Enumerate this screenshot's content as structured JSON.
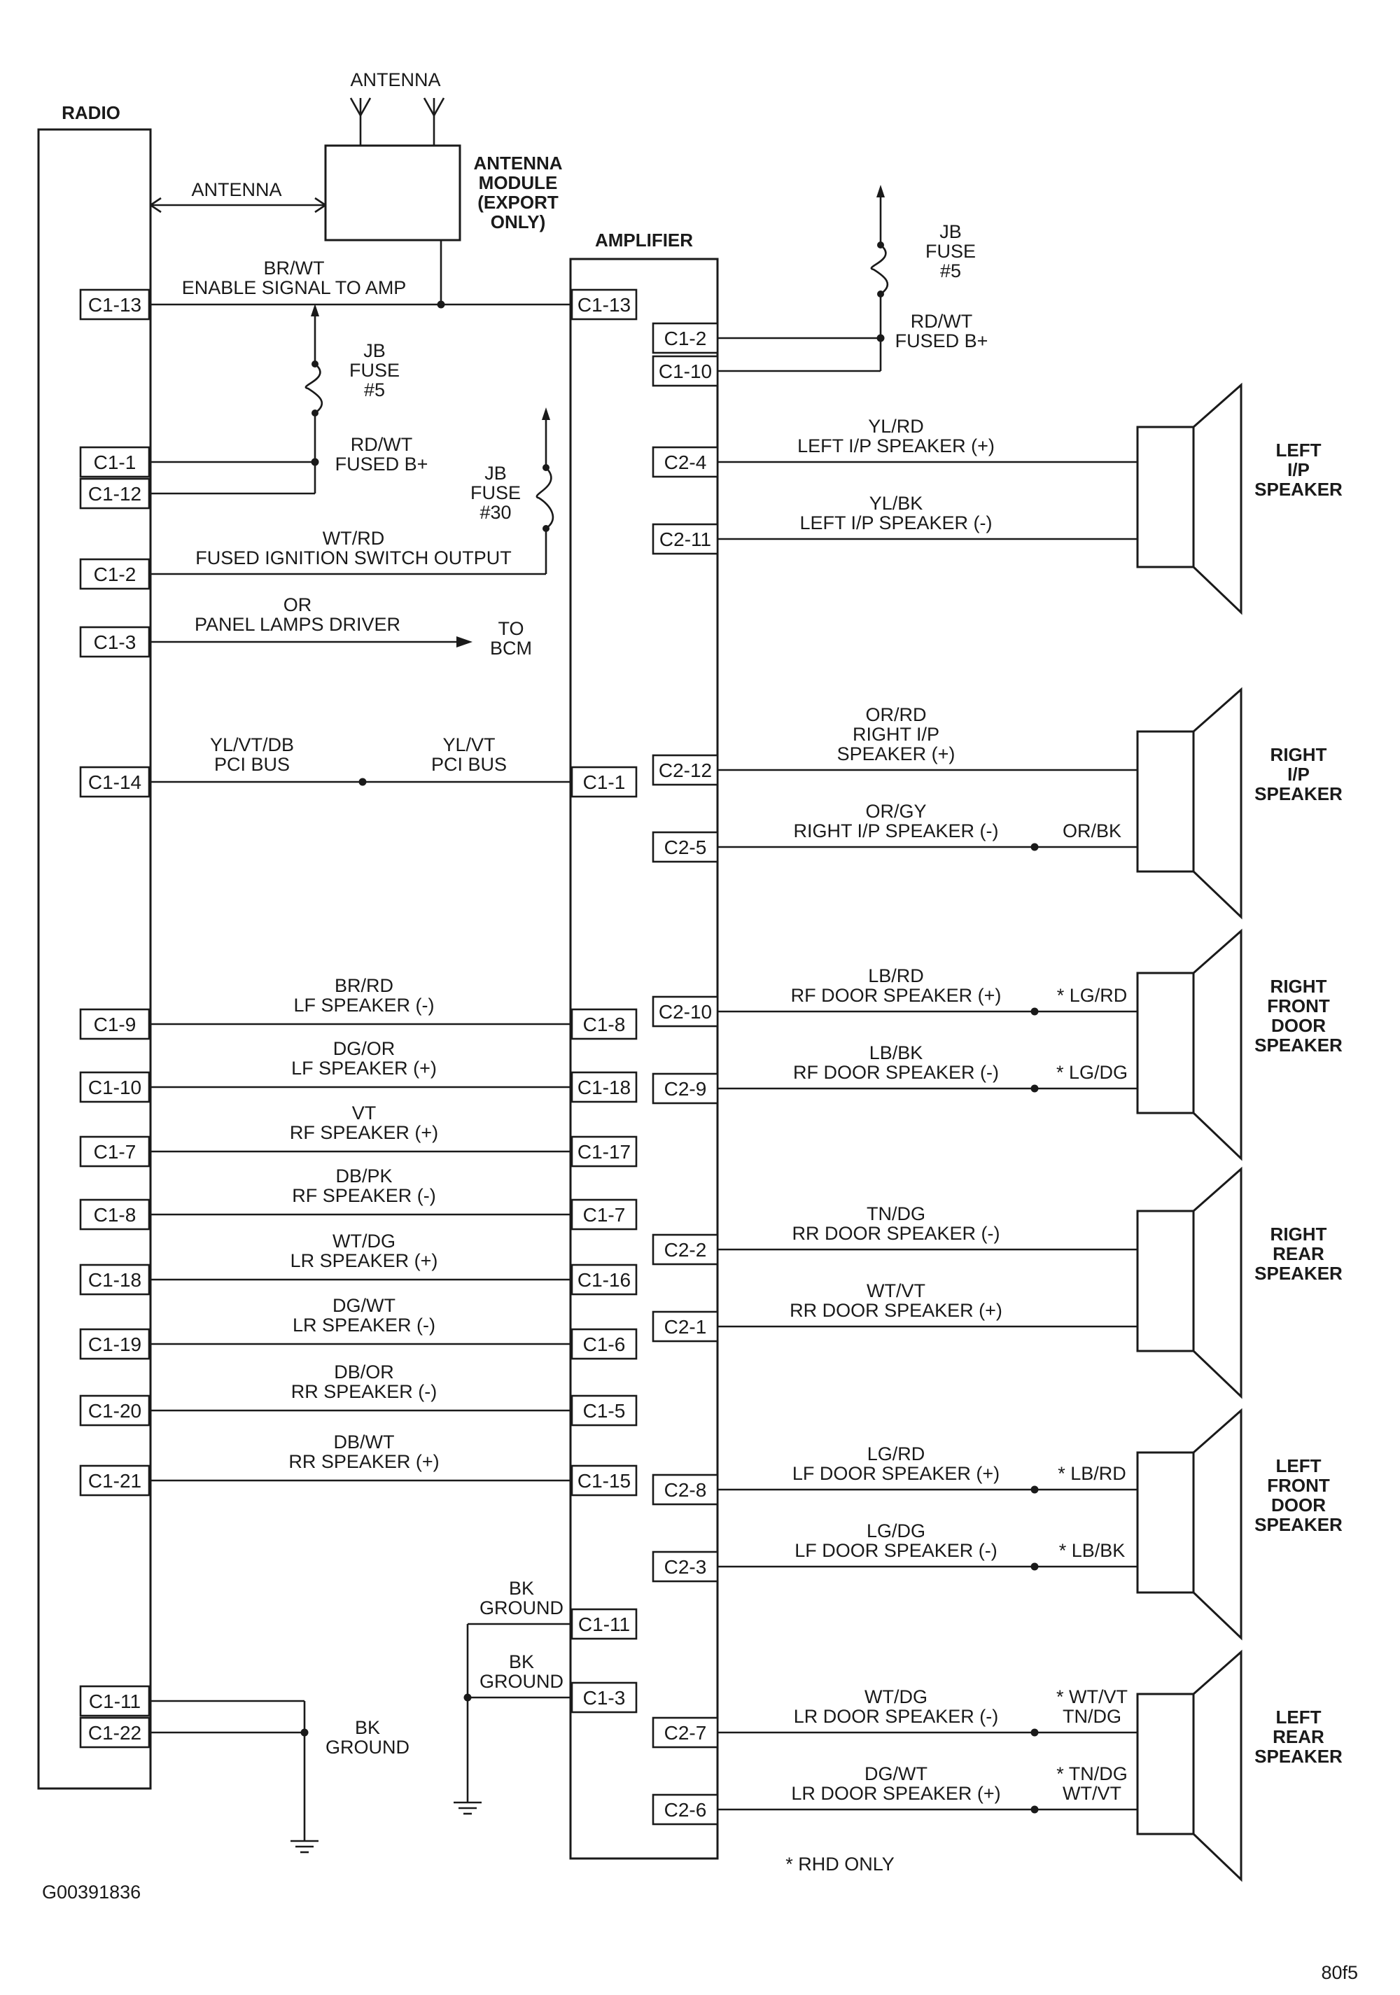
{
  "radio": {
    "title": "RADIO",
    "connectors": [
      {
        "id": "r13",
        "label": "C1-13"
      },
      {
        "id": "r1",
        "label": "C1-1"
      },
      {
        "id": "r12",
        "label": "C1-12"
      },
      {
        "id": "r2",
        "label": "C1-2"
      },
      {
        "id": "r3",
        "label": "C1-3"
      },
      {
        "id": "r14",
        "label": "C1-14"
      },
      {
        "id": "r9",
        "label": "C1-9"
      },
      {
        "id": "r10",
        "label": "C1-10"
      },
      {
        "id": "r7",
        "label": "C1-7"
      },
      {
        "id": "r8",
        "label": "C1-8"
      },
      {
        "id": "r18",
        "label": "C1-18"
      },
      {
        "id": "r19",
        "label": "C1-19"
      },
      {
        "id": "r20",
        "label": "C1-20"
      },
      {
        "id": "r21",
        "label": "C1-21"
      },
      {
        "id": "r11",
        "label": "C1-11"
      },
      {
        "id": "r22",
        "label": "C1-22"
      }
    ]
  },
  "amplifier": {
    "title": "AMPLIFIER",
    "left_connectors": [
      {
        "id": "a13",
        "label": "C1-13"
      },
      {
        "id": "a1",
        "label": "C1-1"
      },
      {
        "id": "a8",
        "label": "C1-8"
      },
      {
        "id": "a18",
        "label": "C1-18"
      },
      {
        "id": "a17",
        "label": "C1-17"
      },
      {
        "id": "a7",
        "label": "C1-7"
      },
      {
        "id": "a16",
        "label": "C1-16"
      },
      {
        "id": "a6",
        "label": "C1-6"
      },
      {
        "id": "a5",
        "label": "C1-5"
      },
      {
        "id": "a15",
        "label": "C1-15"
      },
      {
        "id": "a11",
        "label": "C1-11"
      },
      {
        "id": "a3",
        "label": "C1-3"
      }
    ],
    "right_connectors": [
      {
        "id": "b12",
        "label": "C1-2"
      },
      {
        "id": "b110",
        "label": "C1-10"
      },
      {
        "id": "s24",
        "label": "C2-4"
      },
      {
        "id": "s211",
        "label": "C2-11"
      },
      {
        "id": "s212",
        "label": "C2-12"
      },
      {
        "id": "s25",
        "label": "C2-5"
      },
      {
        "id": "s210",
        "label": "C2-10"
      },
      {
        "id": "s29",
        "label": "C2-9"
      },
      {
        "id": "s22",
        "label": "C2-2"
      },
      {
        "id": "s21",
        "label": "C2-1"
      },
      {
        "id": "s28",
        "label": "C2-8"
      },
      {
        "id": "s23",
        "label": "C2-3"
      },
      {
        "id": "s27",
        "label": "C2-7"
      },
      {
        "id": "s26",
        "label": "C2-6"
      }
    ]
  },
  "antenna": {
    "top_label": "ANTENNA",
    "line_label": "ANTENNA",
    "module_label": [
      "ANTENNA",
      "MODULE",
      "(EXPORT",
      "ONLY)"
    ]
  },
  "fuses": {
    "radio_fuse": [
      "JB",
      "FUSE",
      "#5"
    ],
    "ignition_fuse": [
      "JB",
      "FUSE",
      "#30"
    ],
    "amp_fuse": [
      "JB",
      "FUSE",
      "#5"
    ]
  },
  "radio_wires": [
    {
      "id": "w13",
      "lines": [
        "BR/WT",
        "ENABLE SIGNAL TO AMP"
      ]
    },
    {
      "id": "wb",
      "lines": [
        "RD/WT",
        "FUSED B+"
      ]
    },
    {
      "id": "w2",
      "lines": [
        "WT/RD",
        "FUSED IGNITION SWITCH OUTPUT"
      ]
    },
    {
      "id": "w3",
      "lines": [
        "OR",
        "PANEL LAMPS DRIVER"
      ]
    },
    {
      "id": "w14a",
      "lines": [
        "YL/VT/DB",
        "PCI BUS"
      ]
    },
    {
      "id": "w14b",
      "lines": [
        "YL/VT",
        "PCI BUS"
      ]
    },
    {
      "id": "w9",
      "lines": [
        "BR/RD",
        "LF SPEAKER (-)"
      ]
    },
    {
      "id": "w10",
      "lines": [
        "DG/OR",
        "LF SPEAKER (+)"
      ]
    },
    {
      "id": "w7",
      "lines": [
        "VT",
        "RF SPEAKER (+)"
      ]
    },
    {
      "id": "w8",
      "lines": [
        "DB/PK",
        "RF SPEAKER (-)"
      ]
    },
    {
      "id": "w18",
      "lines": [
        "WT/DG",
        "LR SPEAKER (+)"
      ]
    },
    {
      "id": "w19",
      "lines": [
        "DG/WT",
        "LR SPEAKER (-)"
      ]
    },
    {
      "id": "w20",
      "lines": [
        "DB/OR",
        "RR SPEAKER (-)"
      ]
    },
    {
      "id": "w21",
      "lines": [
        "DB/WT",
        "RR SPEAKER (+)"
      ]
    }
  ],
  "to_bcm": [
    "TO",
    "BCM"
  ],
  "amp_b_plus": [
    "RD/WT",
    "FUSED B+"
  ],
  "amp_grounds": [
    {
      "lines": [
        "BK",
        "GROUND"
      ]
    },
    {
      "lines": [
        "BK",
        "GROUND"
      ]
    }
  ],
  "radio_ground": [
    "BK",
    "GROUND"
  ],
  "speaker_wires": [
    {
      "id": "sw24",
      "lines": [
        "YL/RD",
        "LEFT I/P SPEAKER (+)"
      ],
      "rhd": ""
    },
    {
      "id": "sw211",
      "lines": [
        "YL/BK",
        "LEFT I/P SPEAKER (-)"
      ],
      "rhd": ""
    },
    {
      "id": "sw212",
      "lines": [
        "OR/RD",
        "RIGHT I/P",
        "SPEAKER (+)"
      ],
      "rhd": ""
    },
    {
      "id": "sw25",
      "lines": [
        "OR/GY",
        "RIGHT I/P SPEAKER (-)"
      ],
      "rhd": "OR/BK"
    },
    {
      "id": "sw210",
      "lines": [
        "LB/RD",
        "RF DOOR SPEAKER (+)"
      ],
      "rhd": "* LG/RD"
    },
    {
      "id": "sw29",
      "lines": [
        "LB/BK",
        "RF DOOR SPEAKER (-)"
      ],
      "rhd": "* LG/DG"
    },
    {
      "id": "sw22",
      "lines": [
        "TN/DG",
        "RR DOOR SPEAKER (-)"
      ],
      "rhd": ""
    },
    {
      "id": "sw21",
      "lines": [
        "WT/VT",
        "RR DOOR SPEAKER (+)"
      ],
      "rhd": ""
    },
    {
      "id": "sw28",
      "lines": [
        "LG/RD",
        "LF DOOR SPEAKER (+)"
      ],
      "rhd": "* LB/RD"
    },
    {
      "id": "sw23",
      "lines": [
        "LG/DG",
        "LF DOOR SPEAKER (-)"
      ],
      "rhd": "* LB/BK"
    },
    {
      "id": "sw27",
      "lines": [
        "WT/DG",
        "LR DOOR SPEAKER (-)"
      ],
      "rhd": [
        "* WT/VT",
        "TN/DG"
      ]
    },
    {
      "id": "sw26",
      "lines": [
        "DG/WT",
        "LR DOOR SPEAKER (+)"
      ],
      "rhd": [
        "* TN/DG",
        "WT/VT"
      ]
    }
  ],
  "speakers": [
    {
      "id": "spk-lip",
      "lines": [
        "LEFT",
        "I/P",
        "SPEAKER"
      ]
    },
    {
      "id": "spk-rip",
      "lines": [
        "RIGHT",
        "I/P",
        "SPEAKER"
      ]
    },
    {
      "id": "spk-rfd",
      "lines": [
        "RIGHT",
        "FRONT",
        "DOOR",
        "SPEAKER"
      ]
    },
    {
      "id": "spk-rr",
      "lines": [
        "RIGHT",
        "REAR",
        "SPEAKER"
      ]
    },
    {
      "id": "spk-lfd",
      "lines": [
        "LEFT",
        "FRONT",
        "DOOR",
        "SPEAKER"
      ]
    },
    {
      "id": "spk-lr",
      "lines": [
        "LEFT",
        "REAR",
        "SPEAKER"
      ]
    }
  ],
  "footnote": "* RHD ONLY",
  "figure_id": "G00391836",
  "corner_mark": "80f5"
}
